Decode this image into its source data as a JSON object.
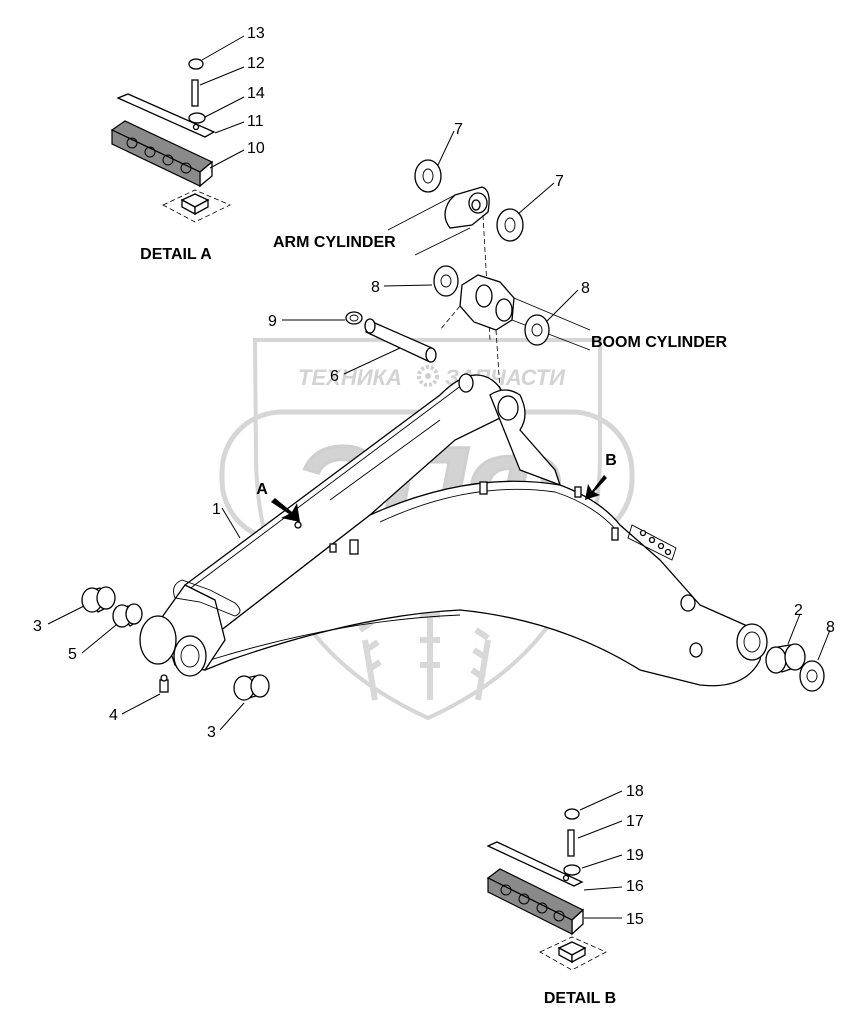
{
  "watermark": {
    "brand": "ЭПФ",
    "left_word": "ТЕХНИКА",
    "right_word": "ЗАПЧАСТИ"
  },
  "labels": {
    "arm_cylinder": "ARM CYLINDER",
    "boom_cylinder": "BOOM CYLINDER",
    "detail_a": "DETAIL A",
    "detail_b": "DETAIL B",
    "arrow_a": "A",
    "arrow_b": "B"
  },
  "callouts": {
    "c1": "1",
    "c2": "2",
    "c3a": "3",
    "c3b": "3",
    "c4": "4",
    "c5": "5",
    "c6": "6",
    "c7a": "7",
    "c7b": "7",
    "c8a": "8",
    "c8b": "8",
    "c8c": "8",
    "c9": "9",
    "c10": "10",
    "c11": "11",
    "c12": "12",
    "c13": "13",
    "c14": "14",
    "c15": "15",
    "c16": "16",
    "c17": "17",
    "c18": "18",
    "c19": "19"
  }
}
